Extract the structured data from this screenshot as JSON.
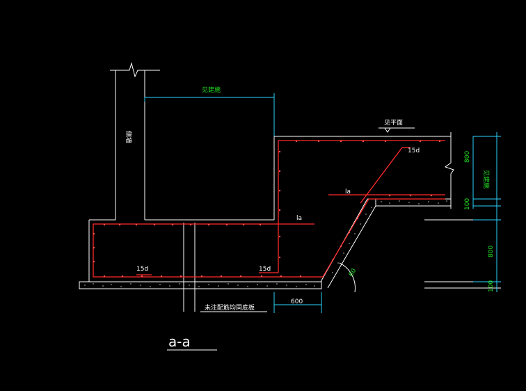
{
  "drawing": {
    "labels": {
      "see_elevation_top": "见建施",
      "see_plan": "见平面",
      "side_wall": "侧墙",
      "see_elevation_right": "见建施",
      "bottom_note": "未注配筋均同底板",
      "section_title": "a-a"
    },
    "dimensions": {
      "right_upper": "800",
      "right_upper_slab": "100",
      "right_lower": "800",
      "right_lower_slab": "100",
      "bottom_width": "600",
      "angle": "60"
    },
    "rebar_notes": {
      "anchor_top": "15d",
      "la_mid": "la",
      "la_left": "la",
      "anchor_bottom_left": "15d",
      "anchor_bottom_mid": "15d"
    }
  }
}
